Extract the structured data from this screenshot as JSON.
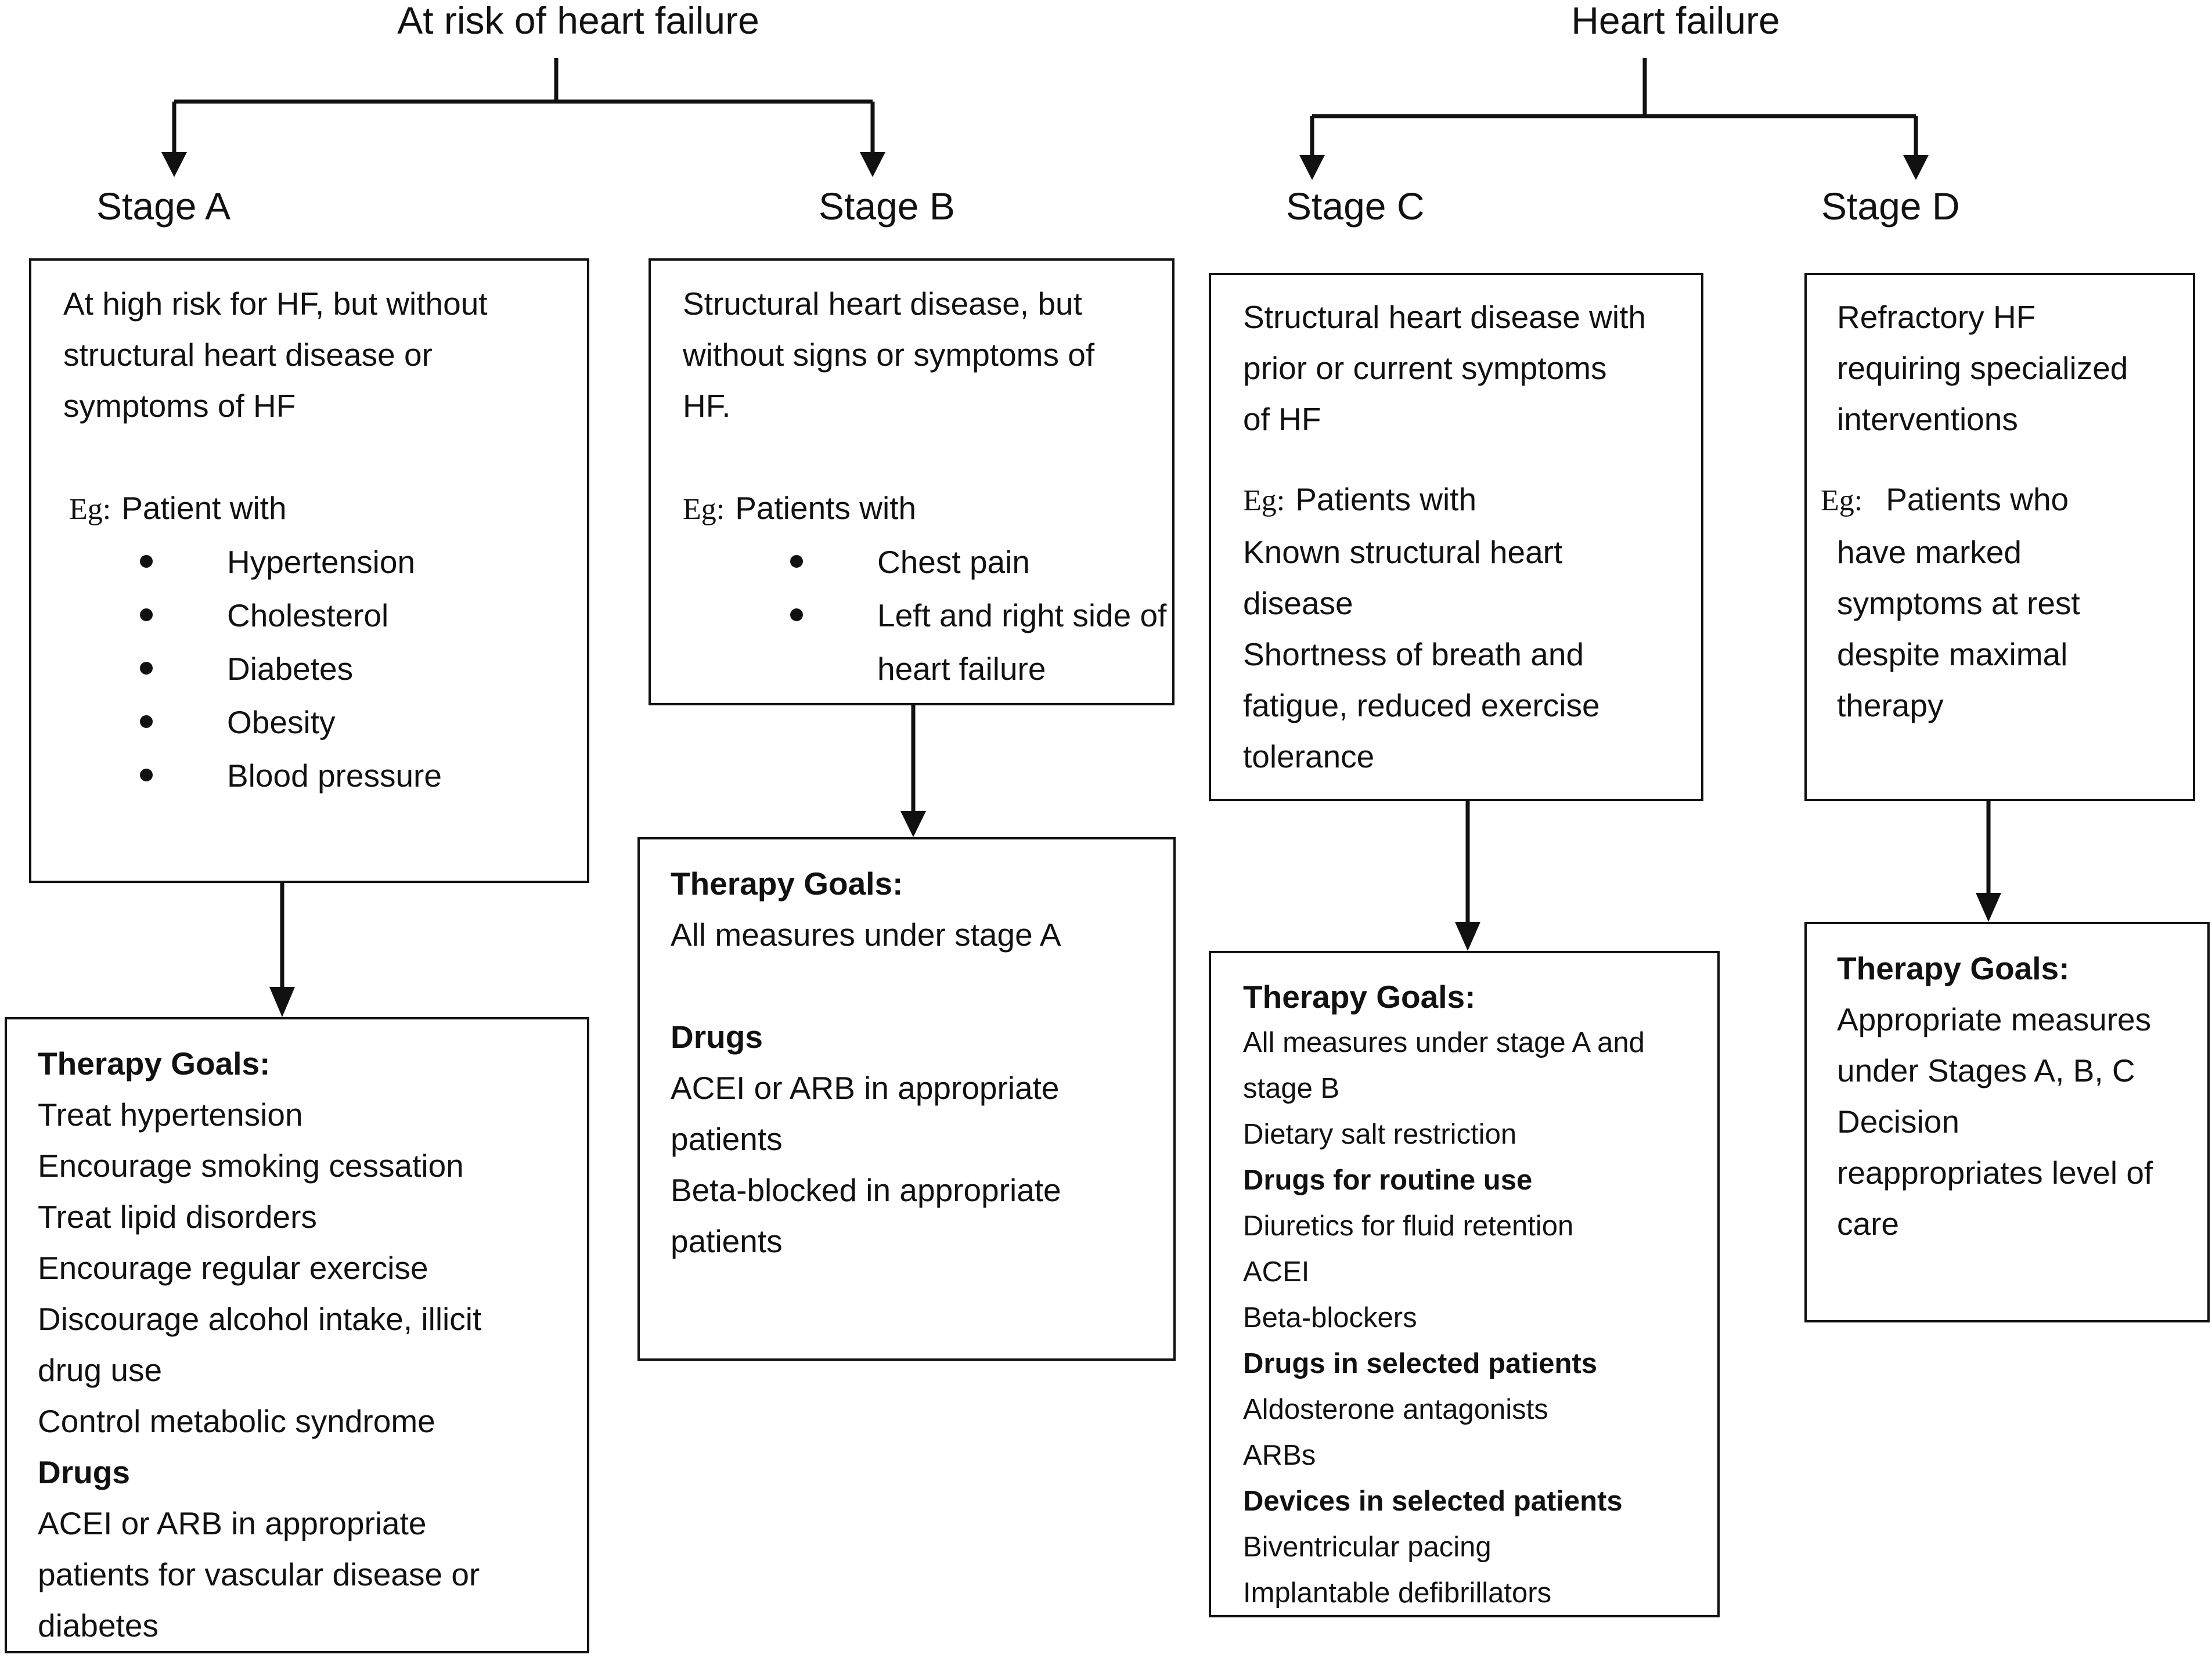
{
  "groups": {
    "at_risk": "At risk of heart failure",
    "hf": "Heart failure"
  },
  "stages": {
    "a": {
      "title": "Stage A",
      "desc": [
        "At high risk for HF, but without",
        "structural heart disease or",
        "symptoms of HF"
      ],
      "eg_label": "Eg:",
      "eg_text": "Patient with",
      "bullets": [
        "Hypertension",
        "Cholesterol",
        "Diabetes",
        "Obesity",
        "Blood pressure"
      ],
      "goals_title": "Therapy Goals:",
      "goals": [
        "Treat hypertension",
        "Encourage smoking cessation",
        "Treat lipid disorders",
        "Encourage regular exercise",
        "Discourage alcohol intake, illicit",
        "drug use",
        "Control metabolic syndrome"
      ],
      "drugs_title": "Drugs",
      "drugs": [
        "ACEI or ARB in appropriate",
        "patients for vascular disease or",
        "diabetes"
      ]
    },
    "b": {
      "title": "Stage B",
      "desc": [
        "Structural heart disease, but",
        "without signs or symptoms of",
        "HF."
      ],
      "eg_label": "Eg:",
      "eg_text": "Patients with",
      "bullets": [
        "Chest pain",
        "Left and right side of heart failure"
      ],
      "bullet_lines": [
        [
          "Chest pain"
        ],
        [
          "Left and right side of",
          "heart failure"
        ]
      ],
      "goals_title": "Therapy Goals:",
      "goals": [
        "All measures under stage A"
      ],
      "drugs_title": "Drugs",
      "drugs": [
        "ACEI or ARB in appropriate",
        "patients",
        "Beta-blocked in appropriate",
        "patients"
      ]
    },
    "c": {
      "title": "Stage C",
      "desc": [
        "Structural heart disease with",
        "prior or current symptoms",
        "of HF"
      ],
      "eg_label": "Eg:",
      "eg_text": "Patients with",
      "eg_lines": [
        "Known structural heart",
        "disease",
        "Shortness of breath and",
        "fatigue, reduced exercise",
        "tolerance"
      ],
      "goals_title": "Therapy Goals:",
      "goals": [
        "All measures under stage A and",
        "stage B",
        "Dietary salt restriction"
      ],
      "routine_title": "Drugs for routine use",
      "routine": [
        "Diuretics for fluid retention",
        "ACEI",
        "Beta-blockers"
      ],
      "selected_title": "Drugs in selected patients",
      "selected": [
        "Aldosterone antagonists",
        "ARBs"
      ],
      "devices_title": "Devices in selected patients",
      "devices": [
        "Biventricular pacing",
        "Implantable defibrillators"
      ]
    },
    "d": {
      "title": "Stage D",
      "desc": [
        "Refractory HF",
        "requiring specialized",
        "interventions"
      ],
      "eg_label": "Eg:",
      "eg_text": "Patients who",
      "eg_lines": [
        "have marked",
        "symptoms at rest",
        "despite maximal",
        "therapy"
      ],
      "goals_title": "Therapy Goals:",
      "goals": [
        "Appropriate measures",
        "under Stages A, B, C",
        "Decision",
        "reappropriates level of",
        "care"
      ]
    }
  }
}
